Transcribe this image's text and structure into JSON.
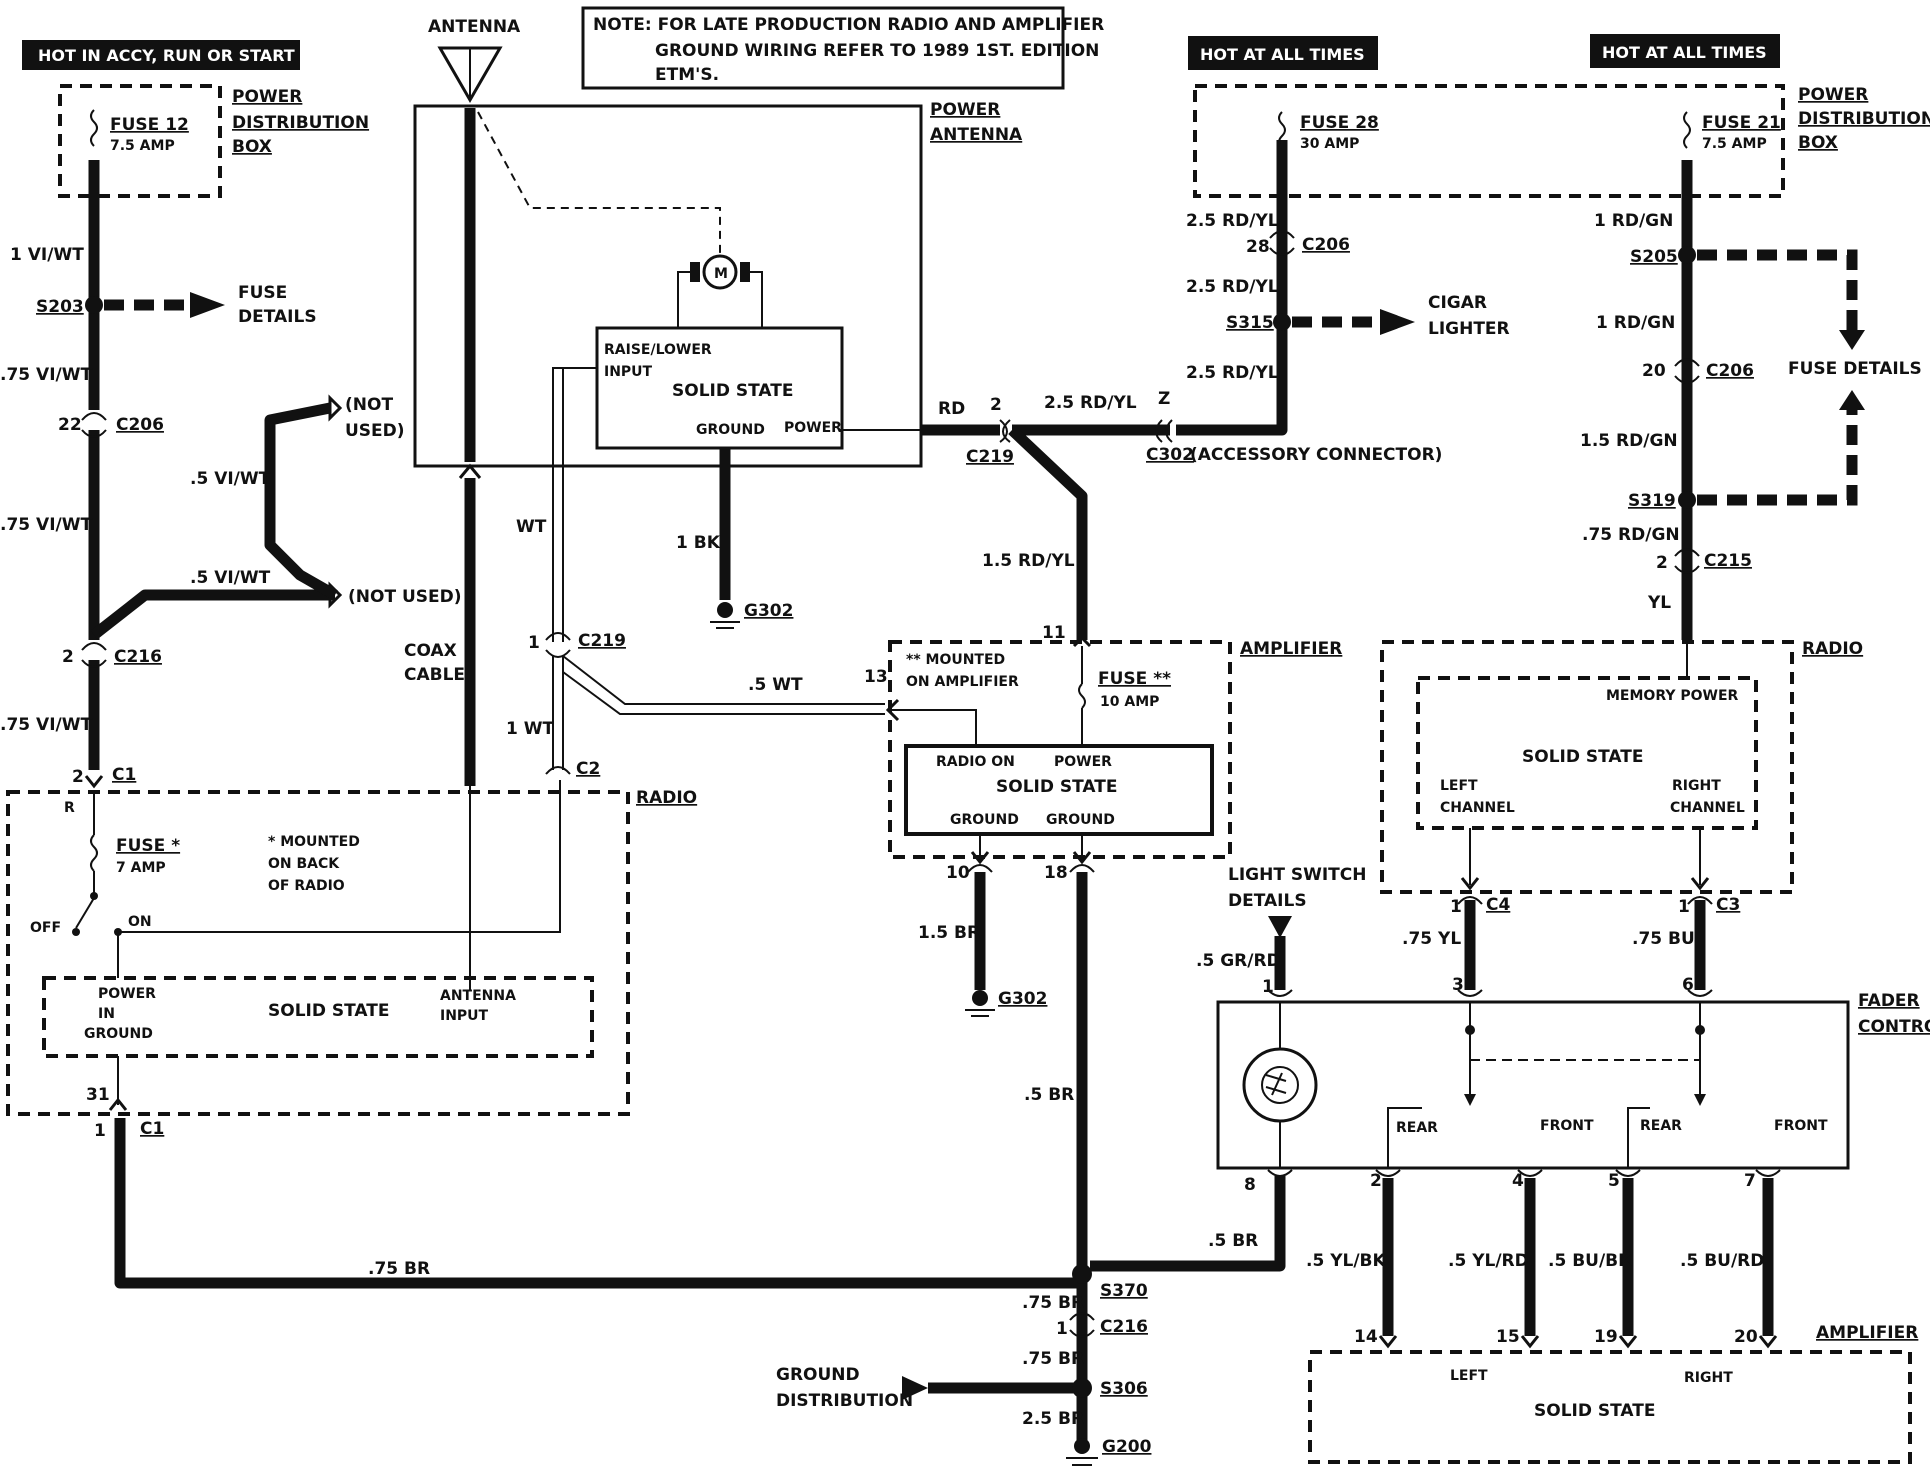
{
  "banners": {
    "hot_accy": "HOT IN ACCY, RUN OR START",
    "hot_all_1": "HOT AT ALL TIMES",
    "hot_all_2": "HOT AT ALL TIMES"
  },
  "note": {
    "line1": "NOTE:  FOR LATE PRODUCTION RADIO AND AMPLIFIER",
    "line2": "GROUND WIRING REFER TO 1989 1ST. EDITION",
    "line3": "ETM'S."
  },
  "power_dist_left": {
    "title1": "POWER",
    "title2": "DISTRIBUTION",
    "title3": "BOX",
    "fuse_name": "FUSE 12",
    "fuse_rating": "7.5 AMP"
  },
  "power_dist_right": {
    "title1": "POWER",
    "title2": "DISTRIBUTION",
    "title3": "BOX",
    "fuse28_name": "FUSE 28",
    "fuse28_rating": "30 AMP",
    "fuse21_name": "FUSE 21",
    "fuse21_rating": "7.5 AMP"
  },
  "left_column": {
    "w1": "1 VI/WT",
    "s203": "S203",
    "fuse_details1": "FUSE",
    "fuse_details2": "DETAILS",
    "w2": ".75 VI/WT",
    "c206_pin": "22",
    "c206": "C206",
    "w3": ".75 VI/WT",
    "w_vi_a": ".5 VI/WT",
    "w_vi_b": ".5 VI/WT",
    "not_used1a": "(NOT",
    "not_used1b": "USED)",
    "not_used2": "(NOT USED)",
    "c216_pin": "2",
    "c216": "C216",
    "w4": ".75 VI/WT",
    "c1_pin": "2",
    "c1": "C1"
  },
  "antenna": {
    "label": "ANTENNA",
    "power_antenna1": "POWER",
    "power_antenna2": "ANTENNA",
    "motor": "M",
    "raise_lower1": "RAISE/LOWER",
    "raise_lower2": "INPUT",
    "solid_state": "SOLID STATE",
    "ground": "GROUND",
    "power": "POWER",
    "bk": "1 BK",
    "g302": "G302",
    "coax1": "COAX",
    "coax2": "CABLE",
    "wt": "WT",
    "c219_pin": "1",
    "c219": "C219",
    "wt1": "1 WT",
    "c2": "C2",
    "wt_amp": ".5 WT",
    "rd": "RD",
    "rd_pin": "2",
    "c219b": "C219"
  },
  "radio_left": {
    "title": "RADIO",
    "r": "R",
    "fuse": "FUSE *",
    "fuse_rating": "7 AMP",
    "mounted1": "* MOUNTED",
    "mounted2": "ON BACK",
    "mounted3": "OF RADIO",
    "off": "OFF",
    "on": "ON",
    "power_in1": "POWER",
    "power_in2": "IN",
    "ground": "GROUND",
    "solid_state": "SOLID STATE",
    "antenna_input1": "ANTENNA",
    "antenna_input2": "INPUT",
    "pin31": "31",
    "pin1": "1",
    "c1": "C1"
  },
  "accessory": {
    "w_rdyl": "2.5 RD/YL",
    "z": "Z",
    "c302": "C302",
    "c302_desc": "(ACCESSORY CONNECTOR)",
    "w_rdyl2": "1.5 RD/YL",
    "w_rdyl3": "2.5 RD/YL",
    "s315": "S315",
    "cigar1": "CIGAR",
    "cigar2": "LIGHTER",
    "w_rdyl4": "2.5 RD/YL",
    "c206_pin": "28",
    "c206": "C206",
    "w_rdyl5": "2.5 RD/YL"
  },
  "amplifier_top": {
    "title": "AMPLIFIER",
    "mounted1": "** MOUNTED",
    "mounted2": "ON AMPLIFIER",
    "pin11": "11",
    "pin13": "13",
    "fuse": "FUSE **",
    "fuse_rating": "10 AMP",
    "radio_on": "RADIO ON",
    "power": "POWER",
    "solid_state": "SOLID STATE",
    "ground1": "GROUND",
    "ground2": "GROUND",
    "pin10": "10",
    "pin18": "18",
    "br15": "1.5 BR",
    "g302": "G302",
    "br05": ".5 BR"
  },
  "right_column": {
    "w1": "1 RD/GN",
    "s205": "S205",
    "w2": "1 RD/GN",
    "c206_pin": "20",
    "c206": "C206",
    "fuse_details": "FUSE DETAILS",
    "w3": "1.5 RD/GN",
    "s319": "S319",
    "w4": ".75 RD/GN",
    "c215_pin": "2",
    "c215": "C215",
    "yl": "YL"
  },
  "radio_right": {
    "title": "RADIO",
    "memory_power": "MEMORY POWER",
    "solid_state": "SOLID STATE",
    "left1": "LEFT",
    "left2": "CHANNEL",
    "right1": "RIGHT",
    "right2": "CHANNEL",
    "c4_pin": "1",
    "c4": "C4",
    "c3_pin": "1",
    "c3": "C3",
    "w_yl": ".75 YL",
    "w_bu": ".75 BU"
  },
  "fader": {
    "title1": "FADER",
    "title2": "CONTROL",
    "light_switch1": "LIGHT SWITCH",
    "light_switch2": "DETAILS",
    "w_grrd": ".5 GR/RD",
    "pin1": "1",
    "pin3": "3",
    "pin6": "6",
    "pin8": "8",
    "pin2": "2",
    "pin4": "4",
    "pin5": "5",
    "pin7": "7",
    "rear1": "REAR",
    "front1": "FRONT",
    "rear2": "REAR",
    "front2": "FRONT",
    "w_br": ".5 BR"
  },
  "speakers": {
    "w1": ".5 YL/BK",
    "w2": ".5 YL/RD",
    "w3": ".5 BU/BK",
    "w4": ".5 BU/RD",
    "p14": "14",
    "p15": "15",
    "p19": "19",
    "p20": "20"
  },
  "amplifier_bottom": {
    "title": "AMPLIFIER",
    "left": "LEFT",
    "right": "RIGHT",
    "solid_state": "SOLID STATE"
  },
  "ground_bottom": {
    "w_br75": ".75 BR",
    "w_br75_a": ".75 BR",
    "s370": "S370",
    "c216_pin": "1",
    "c216": "C216",
    "w_br75_b": ".75 BR",
    "ground_dist1": "GROUND",
    "ground_dist2": "DISTRIBUTION",
    "s306": "S306",
    "w_br25": "2.5 BR",
    "g200": "G200"
  }
}
